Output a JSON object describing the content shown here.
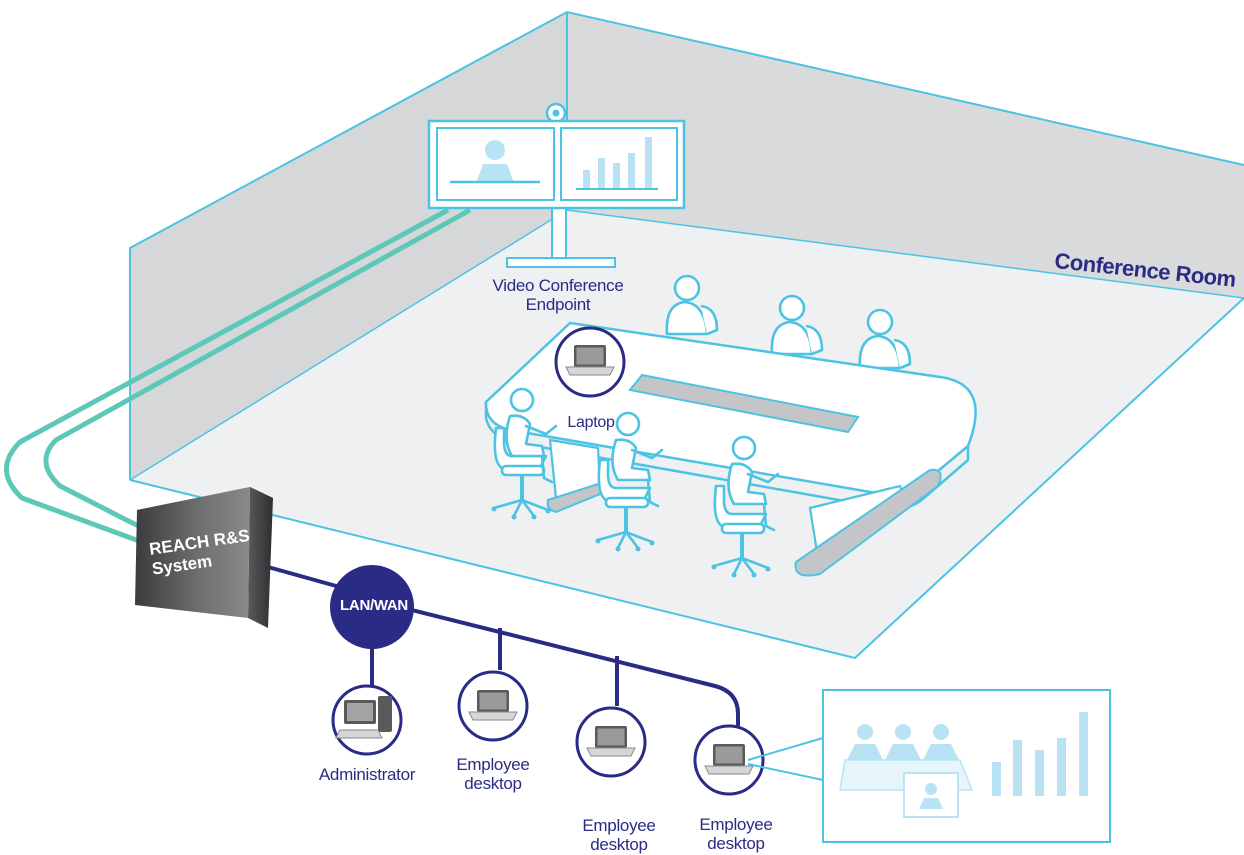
{
  "room": {
    "title": "Conference Room"
  },
  "endpoint": {
    "label_line1": "Video Conference",
    "label_line2": "Endpoint"
  },
  "laptop": {
    "label": "Laptop"
  },
  "system": {
    "line1": "REACH R&S",
    "line2": "System"
  },
  "network": {
    "label": "LAN/WAN"
  },
  "nodes": [
    {
      "line1": "Administrator",
      "line2": ""
    },
    {
      "line1": "Employee",
      "line2": "desktop"
    },
    {
      "line1": "Employee",
      "line2": "desktop"
    },
    {
      "line1": "Employee",
      "line2": "desktop"
    }
  ],
  "colors": {
    "navy": "#2a2b85",
    "cyan": "#4cc3e3",
    "teal": "#5ec8b8",
    "wall": "#d9dadc",
    "floor": "#eff0f2",
    "light_blue": "#b9e3f5"
  },
  "icons": [
    "webcam-icon",
    "person-icon",
    "bar-chart-icon",
    "laptop-icon",
    "computer-icon",
    "chair-icon"
  ]
}
